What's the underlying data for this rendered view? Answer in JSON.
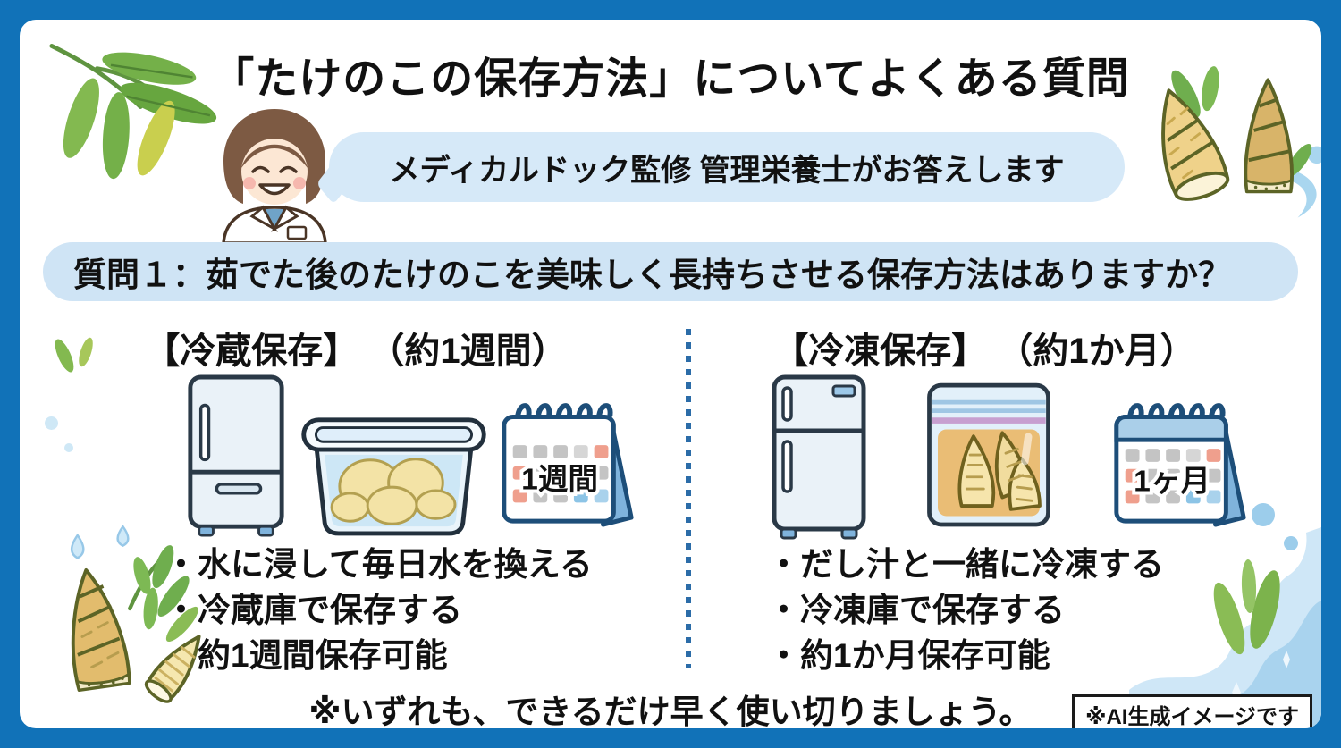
{
  "colors": {
    "frame_blue": "#1172b8",
    "panel_white": "#ffffff",
    "bubble_blue": "#d6e9f8",
    "banner_blue": "#cfe4f5",
    "divider_blue": "#2b6ca8",
    "text_black": "#111111",
    "leaf_green": "#74b049",
    "bamboo_tan": "#e2bc6d",
    "water_blue": "#aed6ee"
  },
  "header": {
    "title": "「たけのこの保存方法」についてよくある質問",
    "speech_bubble": "メディカルドック監修 管理栄養士がお答えします"
  },
  "question": {
    "banner": "質問１：茹でた後のたけのこを美味しく長持ちさせる保存方法はありますか？"
  },
  "columns": {
    "left": {
      "heading": "【冷蔵保存】 （約1週間）",
      "calendar_label": "1週間",
      "bullets": [
        "・水に浸して毎日水を換える",
        "・冷蔵庫で保存する",
        "・約1週間保存可能"
      ],
      "icons": [
        "refrigerator-icon",
        "water-container-icon",
        "calendar-icon"
      ]
    },
    "right": {
      "heading": "【冷凍保存】 （約1か月）",
      "calendar_label": "1ヶ月",
      "bullets": [
        "・だし汁と一緒に冷凍する",
        "・冷凍庫で保存する",
        "・約1か月保存可能"
      ],
      "icons": [
        "freezer-refrigerator-icon",
        "freezer-bag-icon",
        "calendar-icon"
      ]
    }
  },
  "footer": {
    "note": "※いずれも、できるだけ早く使い切りましょう。",
    "ai_label": "※AI生成イメージです"
  },
  "decorations": [
    "bamboo-leaves-icon",
    "bamboo-shoots-icon",
    "water-splash-icon",
    "water-wave-icon",
    "dietitian-character"
  ]
}
